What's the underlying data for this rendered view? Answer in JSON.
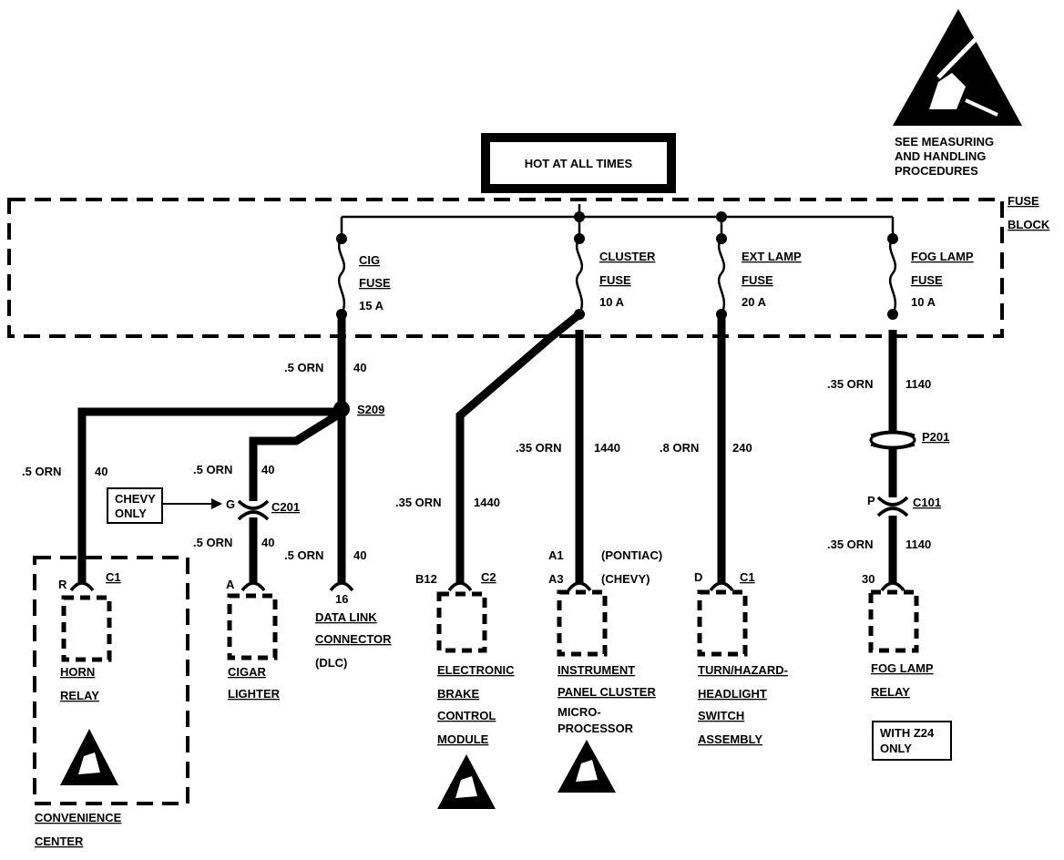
{
  "header": {
    "hot_label": "HOT AT ALL TIMES"
  },
  "esd_note": {
    "line1": "SEE MEASURING",
    "line2": "AND HANDLING",
    "line3": "PROCEDURES"
  },
  "fuse_block": {
    "line1": "FUSE",
    "line2": "BLOCK"
  },
  "fuses": [
    {
      "name": "CIG",
      "word": "FUSE",
      "rating": "15 A"
    },
    {
      "name": "CLUSTER",
      "word": "FUSE",
      "rating": "10 A"
    },
    {
      "name": "EXT LAMP",
      "word": "FUSE",
      "rating": "20 A"
    },
    {
      "name": "FOG LAMP",
      "word": "FUSE",
      "rating": "10 A"
    }
  ],
  "wires": {
    "cig_main": {
      "gauge": ".5 ORN",
      "circuit": "40"
    },
    "horn": {
      "gauge": ".5 ORN",
      "circuit": "40"
    },
    "lighter_up": {
      "gauge": ".5 ORN",
      "circuit": "40"
    },
    "lighter_lo": {
      "gauge": ".5 ORN",
      "circuit": "40"
    },
    "dlc": {
      "gauge": ".5 ORN",
      "circuit": "40"
    },
    "ebcm": {
      "gauge": ".35 ORN",
      "circuit": "1440"
    },
    "ipc": {
      "gauge": ".35 ORN",
      "circuit": "1440"
    },
    "ext": {
      "gauge": ".8 ORN",
      "circuit": "240"
    },
    "fog_up": {
      "gauge": ".35 ORN",
      "circuit": "1140"
    },
    "fog_lo": {
      "gauge": ".35 ORN",
      "circuit": "1140"
    }
  },
  "splice": "S209",
  "connectors": {
    "c201": "C201",
    "c201_pin": "G",
    "p201": "P201",
    "c101": "C101",
    "c101_pin": "P",
    "horn_pin": "R",
    "horn_conn": "C1",
    "lighter_pin": "A",
    "dlc_pin": "16",
    "ebcm_pin": "B12",
    "ebcm_conn": "C2",
    "ipc_pin1": "A1",
    "ipc_note1": "(PONTIAC)",
    "ipc_pin2": "A3",
    "ipc_note2": "(CHEVY)",
    "ext_pin": "D",
    "ext_conn": "C1",
    "fog_pin": "30"
  },
  "chevy_only": {
    "line1": "CHEVY",
    "line2": "ONLY"
  },
  "components": {
    "horn": {
      "line1": "HORN",
      "line2": "RELAY"
    },
    "lighter": {
      "line1": "CIGAR",
      "line2": "LIGHTER"
    },
    "dlc": {
      "line1": "DATA LINK",
      "line2": "CONNECTOR",
      "line3": "(DLC)"
    },
    "ebcm": {
      "line1": "ELECTRONIC",
      "line2": "BRAKE",
      "line3": "CONTROL",
      "line4": "MODULE"
    },
    "ipc": {
      "line1": "INSTRUMENT",
      "line2": "PANEL CLUSTER",
      "line3": "MICRO-",
      "line4": "PROCESSOR"
    },
    "headlight": {
      "line1": "TURN/HAZARD-",
      "line2": "HEADLIGHT",
      "line3": "SWITCH",
      "line4": "ASSEMBLY"
    },
    "fog": {
      "line1": "FOG LAMP",
      "line2": "RELAY"
    }
  },
  "z24_note": {
    "line1": "WITH Z24",
    "line2": "ONLY"
  },
  "convenience_center": {
    "line1": "CONVENIENCE",
    "line2": "CENTER"
  }
}
